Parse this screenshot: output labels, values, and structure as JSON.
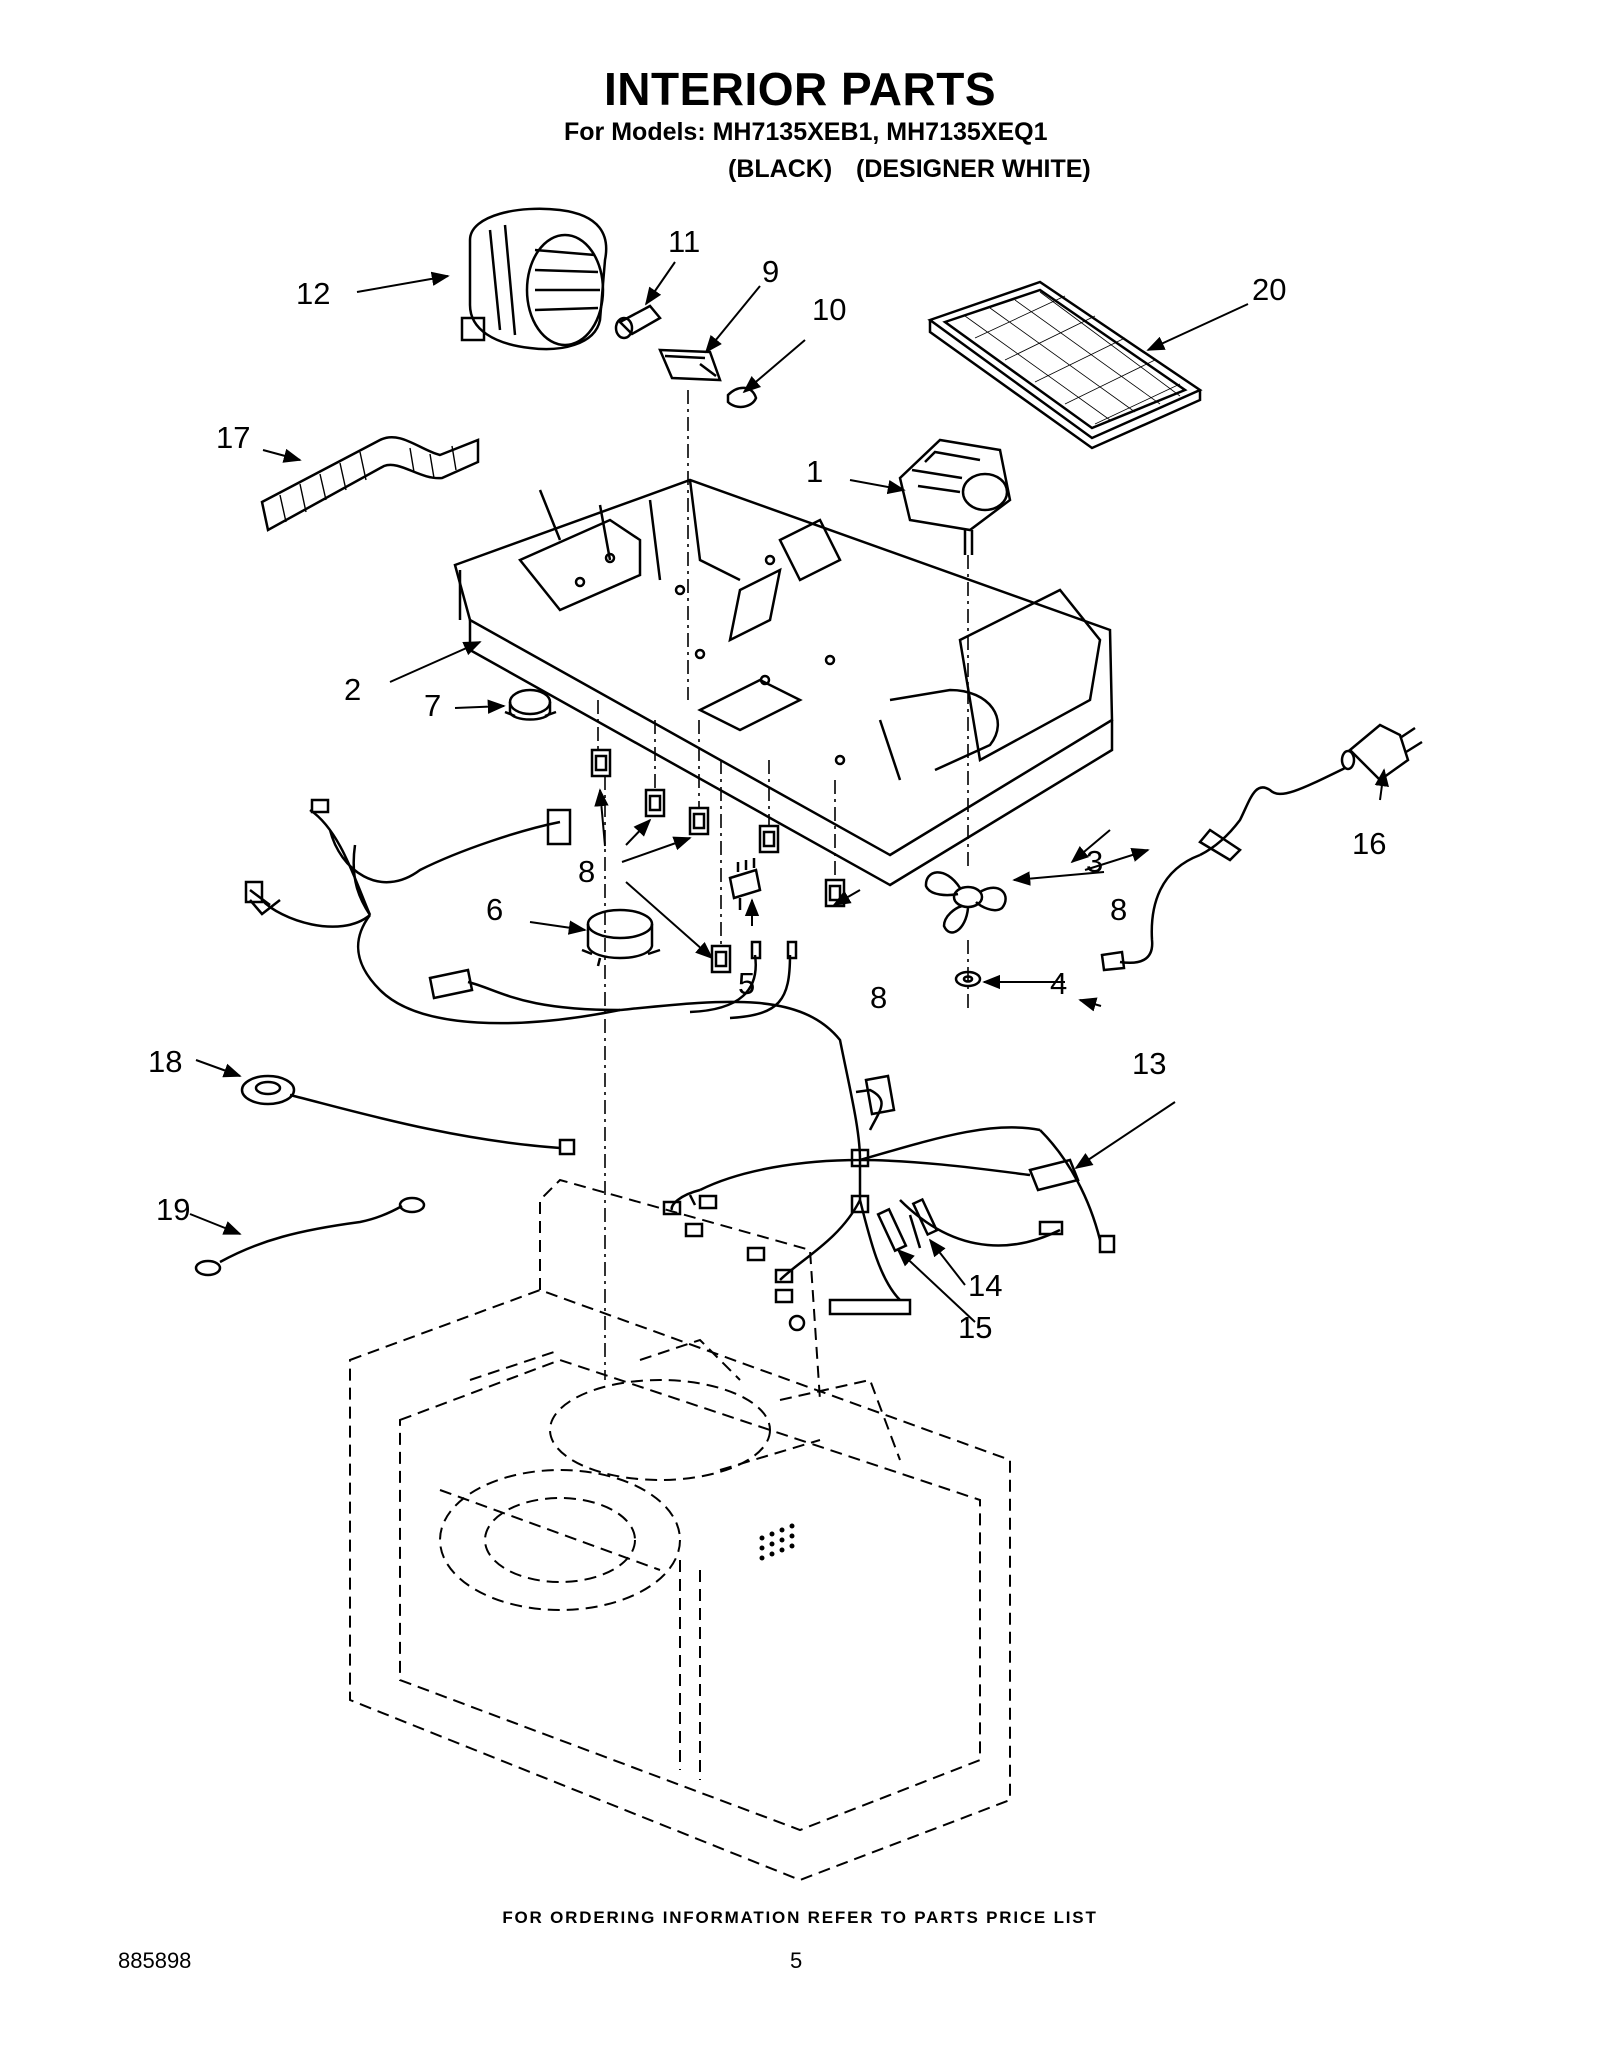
{
  "header": {
    "title": "INTERIOR PARTS",
    "models": "For Models: MH7135XEB1, MH7135XEQ1",
    "color_1": "(BLACK)",
    "color_2": "(DESIGNER WHITE)"
  },
  "callouts": [
    "1",
    "2",
    "3",
    "4",
    "5",
    "6",
    "7",
    "8",
    "8",
    "8",
    "9",
    "10",
    "11",
    "12",
    "13",
    "14",
    "15",
    "16",
    "17",
    "18",
    "19",
    "20"
  ],
  "footer": {
    "ordering_note": "FOR ORDERING INFORMATION REFER TO PARTS PRICE LIST",
    "document_number": "885898",
    "page_number": "5"
  }
}
